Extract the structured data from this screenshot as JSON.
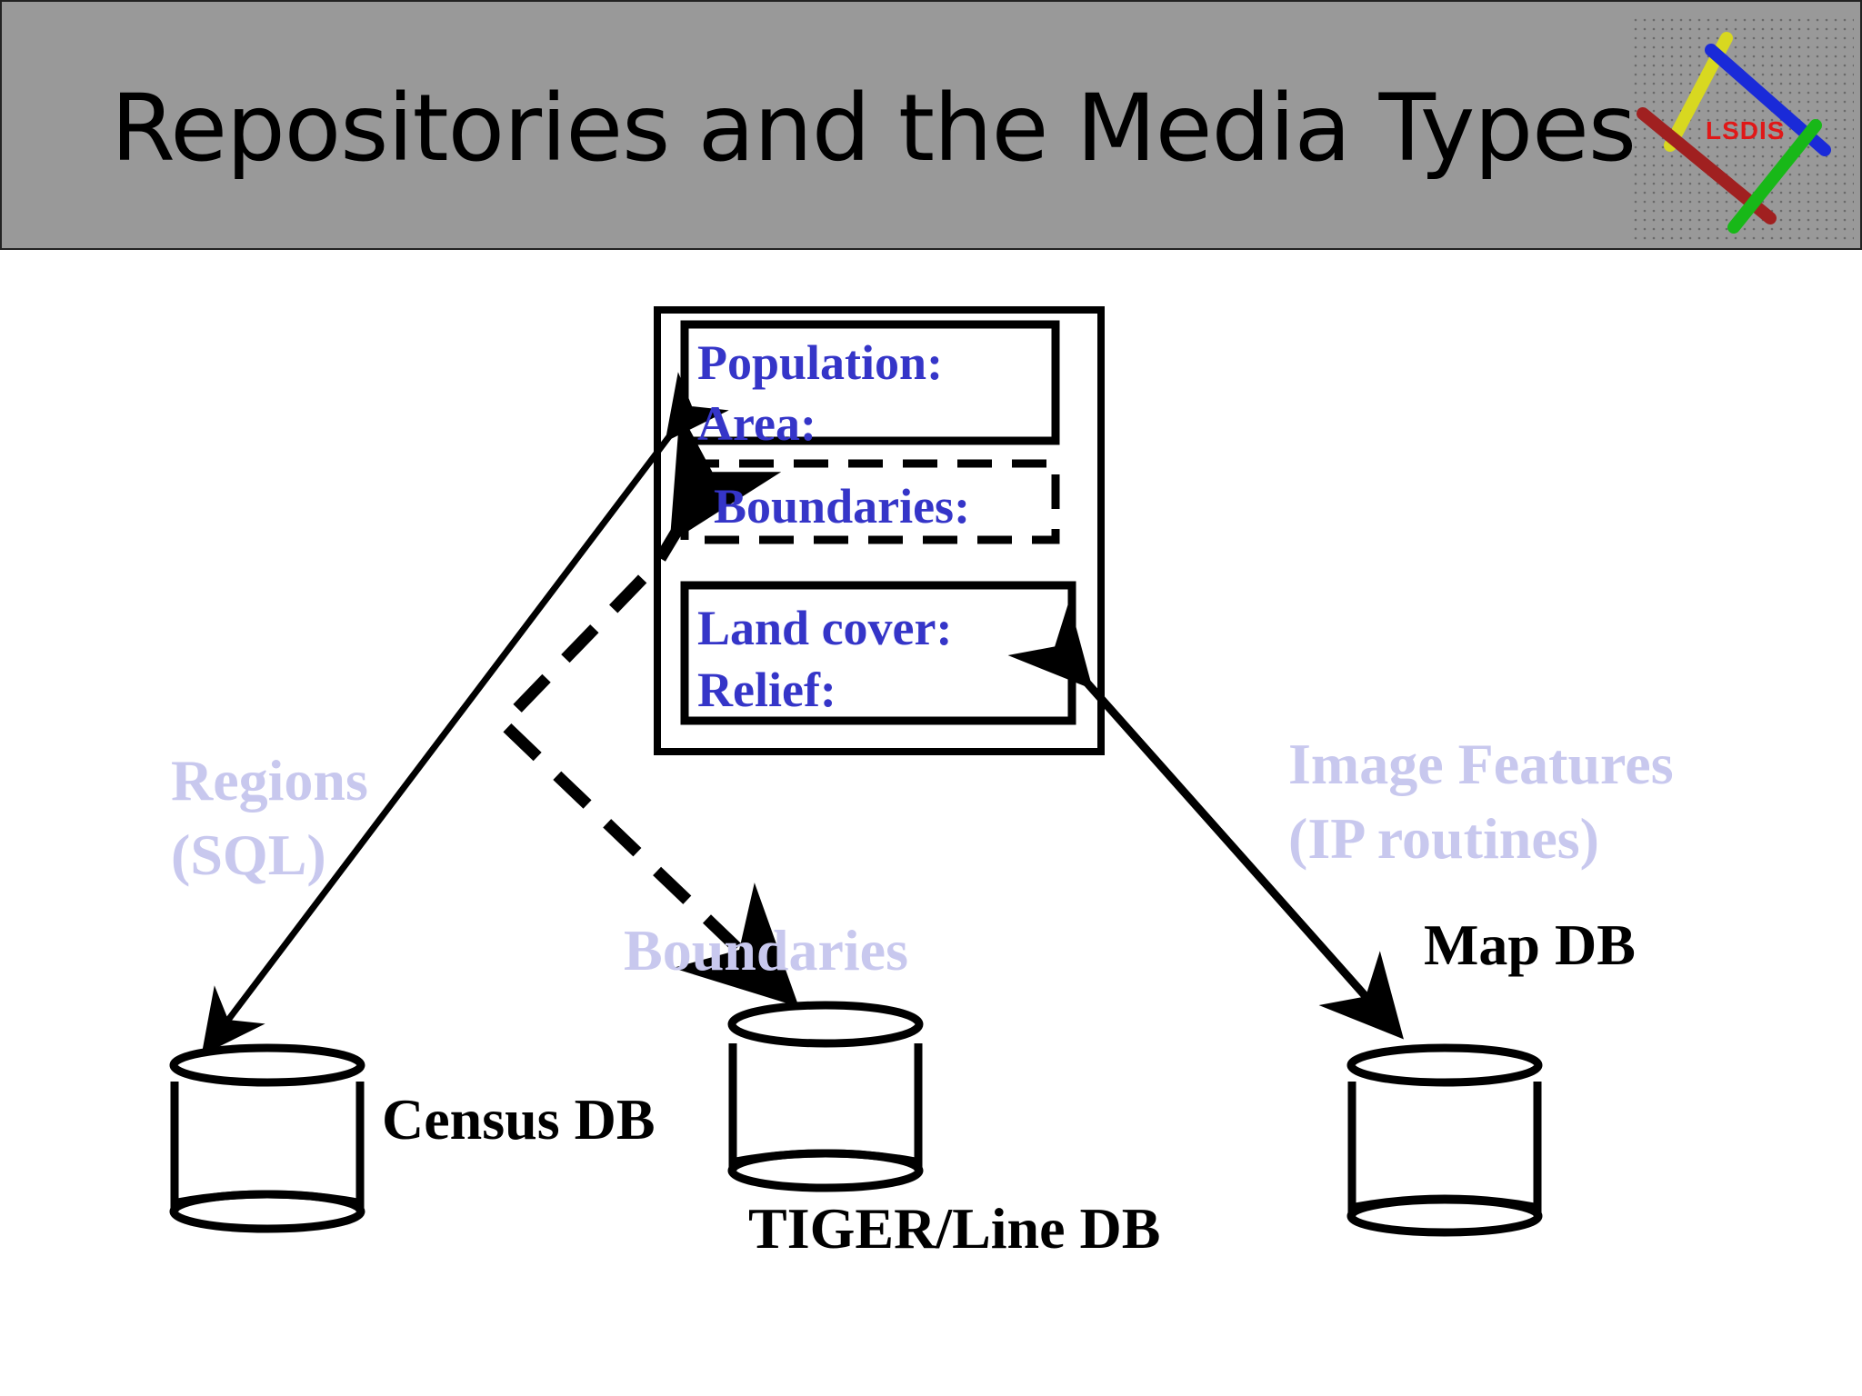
{
  "slide": {
    "title": "Repositories and the Media Types",
    "logo_text": "LSDIS"
  },
  "schema_box": {
    "population": "Population:",
    "area": "Area:",
    "boundaries": "Boundaries:",
    "land_cover": "Land cover:",
    "relief": "Relief:"
  },
  "edges": {
    "regions_line1": "Regions",
    "regions_line2": "(SQL)",
    "boundaries": "Boundaries",
    "image_features_line1": "Image Features",
    "image_features_line2": "(IP routines)"
  },
  "databases": {
    "census": "Census DB",
    "tiger": "TIGER/Line DB",
    "map": "Map DB"
  },
  "colors": {
    "header_bg": "#999999",
    "schema_text": "#3535c8",
    "edge_label": "#c8c8ee",
    "logo_text": "#e01818"
  }
}
